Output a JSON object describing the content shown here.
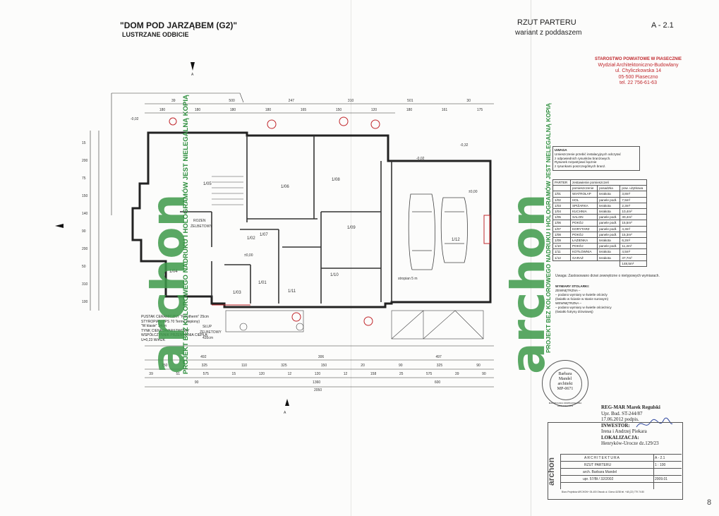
{
  "header": {
    "title": "\"DOM POD JARZĄBEM  (G2)\"",
    "subtitle": "LUSTRZANE ODBICIE",
    "plan_title": "RZUT PARTERU",
    "plan_variant": "wariant z poddaszem",
    "sheet_number": "A - 2.1"
  },
  "stamp_office": {
    "lines": [
      "STAROSTWO POWIATOWE W PIASECZNIE",
      "Wydział  Architektoniczno-Budowlany",
      "ul. Chyliczkowska 14",
      "05-500 Piaseczno",
      "tel. 22 756-61-63"
    ]
  },
  "watermark": {
    "word": "archon",
    "vertical_text": "PROJEKT BEZ KOLOROWEGO NADRUKU I HOLOGRAMÓW JEST NIELEGALNĄ KOPIĄ",
    "color": "#3e9a4a"
  },
  "rooms": [
    {
      "id": "1/05",
      "name": ""
    },
    {
      "id": "1/06",
      "name": ""
    },
    {
      "id": "1/08",
      "name": ""
    },
    {
      "id": "1/07",
      "name": ""
    },
    {
      "id": "1/02",
      "name": ""
    },
    {
      "id": "1/09",
      "name": ""
    },
    {
      "id": "1/04",
      "name": ""
    },
    {
      "id": "1/01",
      "name": ""
    },
    {
      "id": "1/03",
      "name": ""
    },
    {
      "id": "1/11",
      "name": ""
    },
    {
      "id": "1/10",
      "name": ""
    },
    {
      "id": "1/12",
      "name": ""
    }
  ],
  "plan_labels": {
    "level_zero_a": "±0,00",
    "level_zero_b": "±0,00",
    "level_minus": "-0,02",
    "level_minus_2": "-0,02",
    "level_minus_32": "-0,32",
    "column_label_1": "ROZEN",
    "column_label_2": "ŻELBETOWY",
    "slup_1": "SŁUP",
    "slup_2": "ŻELBETOWY",
    "slup_3": "435cm",
    "wyrzutnia": "stropian 5 m",
    "section_a": "A",
    "section_a_bottom": "A"
  },
  "wall_spec": {
    "lines": [
      "PUSTAK CERAMICZNY \"Porotherm\" 25cm",
      "STYROPIAN EPS 70 Termo (lepiony)",
      "\"W klasie\" 14cm",
      "TYNK CIENKOWARSTWOWY",
      "WSPÓŁCZYNNIK PRZENIKANIA CIEPŁA:",
      "U=0,23 W/m2K"
    ]
  },
  "dimensions": {
    "top_row_1": [
      "39",
      "500",
      "247",
      "310",
      "501",
      "30"
    ],
    "top_row_2": [
      "180",
      "180",
      "180",
      "180",
      "165",
      "150",
      "120",
      "180",
      "161",
      "175"
    ],
    "bottom_row_1": [
      "492",
      "306",
      "497"
    ],
    "bottom_row_2": [
      "150",
      "325",
      "110",
      "325",
      "150",
      "20",
      "90",
      "325",
      "90"
    ],
    "bottom_row_3": [
      "39",
      "51",
      "575",
      "15",
      "120",
      "12",
      "120",
      "12",
      "158",
      "25",
      "575",
      "39",
      "90"
    ],
    "bottom_row_4": [
      "90",
      "1360",
      "600"
    ],
    "total": "2050",
    "left_col": [
      "15",
      "200",
      "75",
      "150",
      "140",
      "90",
      "200",
      "50",
      "310",
      "100"
    ]
  },
  "notes_box": {
    "title": "UWAGA",
    "lines": [
      "Umieszczenie przebić instalacyjnych odczytać",
      "z odpowiednich rysunków branżowych.",
      "Rysunek rozpatrywać łącznie",
      "z rysunkami poszczególnych branż."
    ]
  },
  "room_table": {
    "headers": [
      "PARTER",
      "zestawienie pomieszczeń",
      "",
      ""
    ],
    "subheaders": [
      "",
      "pomieszczenie",
      "posadzka",
      "pow. użytkowa"
    ],
    "rows": [
      [
        "1/01",
        "WIATROŁAP",
        "terakota",
        "3,8m²"
      ],
      [
        "1/02",
        "HOL",
        "panele podł.",
        "7,5m²"
      ],
      [
        "1/03",
        "SPIŻARKA",
        "terakota",
        "2,3m²"
      ],
      [
        "1/04",
        "KUCHNIA",
        "terakota",
        "10,4m²"
      ],
      [
        "1/05",
        "SALON",
        "panele podł.",
        "30,4m²"
      ],
      [
        "1/06",
        "POKÓJ",
        "panele podł.",
        "15,5m²"
      ],
      [
        "1/07",
        "KORYTARZ",
        "panele podł.",
        "4,3m²"
      ],
      [
        "1/08",
        "POKÓJ",
        "panele podł.",
        "15,3m²"
      ],
      [
        "1/09",
        "ŁAZIENKA",
        "terakota",
        "6,2m²"
      ],
      [
        "1/10",
        "POKÓJ",
        "panele podł.",
        "11,2m²"
      ],
      [
        "1/11",
        "KOTŁOWNIA",
        "terakota",
        "4,5m²"
      ],
      [
        "1/12",
        "GARAŻ",
        "terakota",
        "37,7m²"
      ]
    ],
    "total": "148,5m²"
  },
  "legend_note": "Uwaga: Zastosowano drzwi zewnętrzne o nietypowych wymiarach.",
  "joinery": {
    "lines": [
      "WYMIARY STOLARKI:",
      "ZEWNĘTRZNA –",
      "– podano wymiary w świetle ościeży",
      "(światło w ścianie w stanie surowym)",
      "WEWNĘTRZNA –",
      "– podano wymiary w świetle ościeżnicy",
      "(światło futryny drzwiowej)"
    ]
  },
  "architect_stamp": {
    "lines": [
      "Barbara",
      "Mandel",
      "architekt",
      "MP-0671"
    ],
    "ring": "MAŁOPOLSKA OKRĘGOWA IZBA ARCHITEKTÓW"
  },
  "approval": {
    "lines": [
      "REG-MAR  Marek Regulski",
      "Upr. Bud. ST-244/87",
      "17.06.2012  podpis.",
      "INWESTOR:",
      "Irena i Andrzej Piekara",
      "LOKALIZACJA:",
      "Henryków-Urocze dz.129/23"
    ]
  },
  "title_block": {
    "section": "ARCHITEKTURA",
    "drawing": "RZUT PARTERU",
    "sheet": "A - 2.1",
    "scale": "1 : 100",
    "date": "2009.01",
    "designer": "arch. Barbara Mandel",
    "license": "upr. 57/Bł / 32/2002",
    "footer": "Biuro Projektów ARCHON+ 05-400 Otwock ul. Górna 42/38 tel. +48 (22) 779 74 80"
  },
  "page_corner": "8"
}
